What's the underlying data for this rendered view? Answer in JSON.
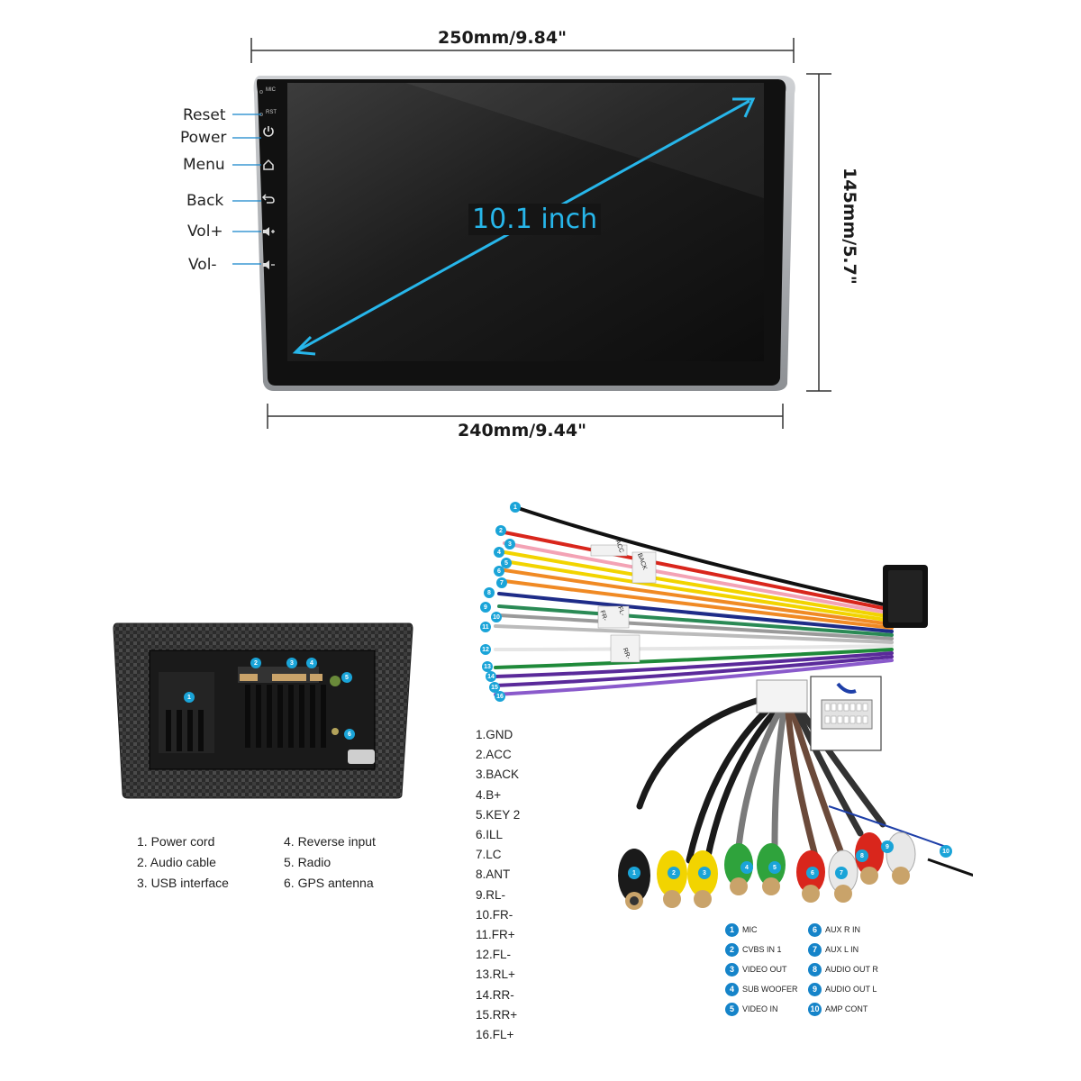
{
  "dimensions": {
    "top_width": "250mm/9.84\"",
    "bottom_width": "240mm/9.44\"",
    "height": "145mm/5.7\""
  },
  "screen": {
    "size_label": "10.1 inch",
    "mic_label": "MIC",
    "rst_label": "RST"
  },
  "side_buttons": [
    {
      "label": "Reset",
      "icon": "reset-hole-icon"
    },
    {
      "label": "Power",
      "icon": "power-icon"
    },
    {
      "label": "Menu",
      "icon": "home-icon"
    },
    {
      "label": "Back",
      "icon": "back-arrow-icon"
    },
    {
      "label": "Vol+",
      "icon": "volume-up-icon"
    },
    {
      "label": "Vol-",
      "icon": "volume-down-icon"
    }
  ],
  "rear_panel_legend": [
    "1. Power cord",
    "2. Audio cable",
    "3. USB interface",
    "4. Reverse input",
    "5. Radio",
    "6. GPS antenna"
  ],
  "rear_badges": [
    "1",
    "2",
    "3",
    "4",
    "5",
    "6"
  ],
  "harness_pins": [
    "1.GND",
    "2.ACC",
    "3.BACK",
    "4.B+",
    "5.KEY 2",
    "6.ILL",
    "7.LC",
    "8.ANT",
    "9.RL-",
    "10.FR-",
    "11.FR+",
    "12.FL-",
    "13.RL+",
    "14.RR-",
    "15.RR+",
    "16.FL+"
  ],
  "harness_tags": [
    "ACC",
    "BACK",
    "FR-",
    "FL-",
    "RR-"
  ],
  "wire_numbers": [
    "1",
    "2",
    "3",
    "4",
    "5",
    "6",
    "7",
    "8",
    "9",
    "10",
    "11",
    "12",
    "13",
    "14",
    "15",
    "16"
  ],
  "rca_legend_left": [
    {
      "num": "1",
      "label": "MIC"
    },
    {
      "num": "2",
      "label": "CVBS IN 1"
    },
    {
      "num": "3",
      "label": "VIDEO OUT"
    },
    {
      "num": "4",
      "label": "SUB WOOFER"
    },
    {
      "num": "5",
      "label": "VIDEO IN"
    }
  ],
  "rca_legend_right": [
    {
      "num": "6",
      "label": "AUX R IN"
    },
    {
      "num": "7",
      "label": "AUX L IN"
    },
    {
      "num": "8",
      "label": "AUDIO OUT R"
    },
    {
      "num": "9",
      "label": "AUDIO OUT L"
    },
    {
      "num": "10",
      "label": "AMP CONT"
    }
  ],
  "rca_connectors": [
    "1",
    "2",
    "3",
    "4",
    "5",
    "6",
    "7",
    "8",
    "9",
    "10"
  ],
  "colors": {
    "accent_blue": "#1584c9",
    "screen_arrow": "#27b6ea",
    "rca_yellow": "#f2d400",
    "rca_green": "#2fa33c",
    "rca_red": "#d9261c",
    "rca_white": "#e8e8e8",
    "rca_black": "#222222"
  }
}
